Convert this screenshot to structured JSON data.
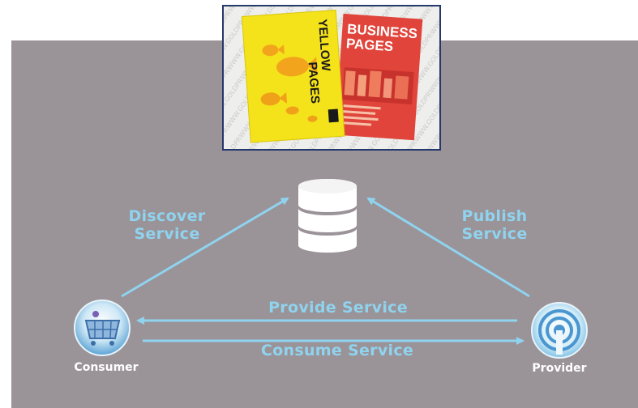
{
  "image": {
    "book_left": {
      "title_lines": [
        "YELLOW",
        "PAGES"
      ],
      "color": "#f4e21a"
    },
    "book_right": {
      "title_lines": [
        "BUSINESS",
        "PAGES"
      ],
      "color": "#e0443a"
    },
    "watermark": "WWW.GOLDPRINTING.CC"
  },
  "labels": {
    "discover_line1": "Discover",
    "discover_line2": "Service",
    "publish_line1": "Publish",
    "publish_line2": "Service",
    "provide": "Provide Service",
    "consume": "Consume Service",
    "consumer": "Consumer",
    "provider": "Provider"
  },
  "colors": {
    "panel": "#9a9398",
    "arrow": "#8fd3ee",
    "label": "#8fd3ee",
    "node_label": "#ffffff",
    "frame": "#25386b"
  }
}
